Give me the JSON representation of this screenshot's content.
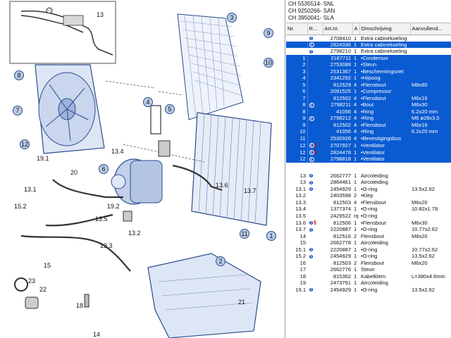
{
  "header": {
    "lines": [
      "CH 5535514- SNL",
      "CH 9250266- SAN",
      "CH 3950041- SLA"
    ]
  },
  "columns": [
    "Nr.",
    "R...",
    "Art.nr.",
    "A",
    "Omschrijving",
    "Aanvullend..."
  ],
  "rows": [
    {
      "nr": "",
      "icon": "i",
      "sym": "",
      "art": "2708410",
      "a": "1",
      "desc": "Extra cabinekoeling",
      "extra": "",
      "sel": false
    },
    {
      "nr": "",
      "icon": "i",
      "sym": "",
      "art": "2824336",
      "a": "1",
      "desc": "Extra cabinekoeling",
      "extra": "",
      "sel": true
    },
    {
      "nr": "",
      "icon": "i",
      "sym": "",
      "art": "2798210",
      "a": "1",
      "desc": "Extra cabinekoeling",
      "extra": "",
      "sel": false
    },
    {
      "nr": "1",
      "icon": "",
      "sym": "",
      "art": "2187711",
      "a": "1",
      "desc": "•Condensor",
      "extra": "",
      "sel": true
    },
    {
      "nr": "2",
      "icon": "",
      "sym": "",
      "art": "2753088",
      "a": "1",
      "desc": "•Steun",
      "extra": "",
      "sel": true
    },
    {
      "nr": "3",
      "icon": "",
      "sym": "",
      "art": "2531367",
      "a": "1",
      "desc": "•Beschermingsnet",
      "extra": "",
      "sel": true
    },
    {
      "nr": "4",
      "icon": "",
      "sym": "",
      "art": "2341292",
      "a": "1",
      "desc": "•Hijsoog",
      "extra": "",
      "sel": true
    },
    {
      "nr": "5",
      "icon": "",
      "sym": "",
      "art": "812529",
      "a": "4",
      "desc": "•Flensbout",
      "extra": "M8x80",
      "sel": true
    },
    {
      "nr": "6",
      "icon": "",
      "sym": "",
      "art": "2091525",
      "a": "1",
      "desc": "•Compressor",
      "extra": "",
      "sel": true
    },
    {
      "nr": "7",
      "icon": "",
      "sym": "",
      "art": "812502",
      "a": "4",
      "desc": "•Flensbout",
      "extra": "M6x16",
      "sel": true
    },
    {
      "nr": "8",
      "icon": "i",
      "sym": "",
      "art": "2798211",
      "a": "4",
      "desc": "•Bout",
      "extra": "M6x30",
      "sel": true
    },
    {
      "nr": "8",
      "icon": "",
      "sym": "",
      "art": "41056",
      "a": "4",
      "desc": "•Ring",
      "extra": "6.2x20 mm",
      "sel": true
    },
    {
      "nr": "9",
      "icon": "i",
      "sym": "",
      "art": "2798212",
      "a": "4",
      "desc": "•Ring",
      "extra": "M6 ø28x3.5",
      "sel": true
    },
    {
      "nr": "9",
      "icon": "",
      "sym": "",
      "art": "812502",
      "a": "4",
      "desc": "•Flensbout",
      "extra": "M6x16",
      "sel": true
    },
    {
      "nr": "10",
      "icon": "",
      "sym": "",
      "art": "41056",
      "a": "4",
      "desc": "•Ring",
      "extra": "6.2x20 mm",
      "sel": true
    },
    {
      "nr": "11",
      "icon": "",
      "sym": "",
      "art": "2530928",
      "a": "4",
      "desc": "•Bevestigingsbus",
      "extra": "",
      "sel": true
    },
    {
      "nr": "12",
      "icon": "i",
      "sym": "§",
      "art": "2707927",
      "a": "1",
      "desc": "•Ventilator",
      "extra": "",
      "sel": true
    },
    {
      "nr": "12",
      "icon": "i",
      "sym": "§",
      "art": "2824478",
      "a": "1",
      "desc": "•Ventilator",
      "extra": "",
      "sel": true
    },
    {
      "nr": "12",
      "icon": "i",
      "sym": "",
      "art": "2798818",
      "a": "1",
      "desc": "•Ventilator",
      "extra": "",
      "sel": true
    },
    {
      "gap": true
    },
    {
      "nr": "13",
      "icon": "i",
      "sym": "",
      "art": "2662777",
      "a": "1",
      "desc": "Aircoleiding",
      "extra": "",
      "sel": false
    },
    {
      "nr": "13",
      "icon": "i",
      "sym": "",
      "art": "2864461",
      "a": "1",
      "desc": "Aircoleiding",
      "extra": "",
      "sel": false
    },
    {
      "nr": "13.1",
      "icon": "i",
      "sym": "",
      "art": "2454929",
      "a": "1",
      "desc": "•O-ring",
      "extra": "13.5x2.62",
      "sel": false
    },
    {
      "nr": "13.2",
      "icon": "",
      "sym": "",
      "art": "2403598",
      "a": "2",
      "desc": "•Klep",
      "extra": "",
      "sel": false
    },
    {
      "nr": "13.3",
      "icon": "",
      "sym": "",
      "art": "812503",
      "a": "4",
      "desc": "•Flensbout",
      "extra": "M6x20",
      "sel": false
    },
    {
      "nr": "13.4",
      "icon": "",
      "sym": "",
      "art": "1377374",
      "a": "1",
      "desc": "•O-ring",
      "extra": "10.82x1.78",
      "sel": false
    },
    {
      "nr": "13.5",
      "icon": "",
      "sym": "",
      "art": "2429522",
      "a": "rq",
      "desc": "•O-ring",
      "extra": "",
      "sel": false
    },
    {
      "nr": "13.6",
      "icon": "i",
      "sym": "§",
      "art": "812506",
      "a": "1",
      "desc": "•Flensbout",
      "extra": "M6x30",
      "sel": false
    },
    {
      "nr": "13.7",
      "icon": "i",
      "sym": "",
      "art": "2220887",
      "a": "1",
      "desc": "•O-ring",
      "extra": "10.77x2.62",
      "sel": false
    },
    {
      "nr": "14",
      "icon": "",
      "sym": "",
      "art": "812516",
      "a": "2",
      "desc": "Flensbout",
      "extra": "M8x20",
      "sel": false
    },
    {
      "nr": "15",
      "icon": "",
      "sym": "",
      "art": "2662778",
      "a": "1",
      "desc": "Aircoleiding",
      "extra": "",
      "sel": false
    },
    {
      "nr": "15.1",
      "icon": "i",
      "sym": "",
      "art": "2220887",
      "a": "1",
      "desc": "•O-ring",
      "extra": "10.77x2.62",
      "sel": false
    },
    {
      "nr": "15.2",
      "icon": "i",
      "sym": "",
      "art": "2454929",
      "a": "1",
      "desc": "•O-ring",
      "extra": "13.5x2.62",
      "sel": false
    },
    {
      "nr": "16",
      "icon": "",
      "sym": "",
      "art": "812503",
      "a": "2",
      "desc": "Flensbout",
      "extra": "M6x20",
      "sel": false
    },
    {
      "nr": "17",
      "icon": "",
      "sym": "",
      "art": "2662776",
      "a": "1",
      "desc": "Steun",
      "extra": "",
      "sel": false
    },
    {
      "nr": "18",
      "icon": "",
      "sym": "",
      "art": "815362",
      "a": "1",
      "desc": "Kabelklem",
      "extra": "L=380x4.6mm",
      "sel": false
    },
    {
      "nr": "19",
      "icon": "",
      "sym": "",
      "art": "2473791",
      "a": "1",
      "desc": "Aircoleiding",
      "extra": "",
      "sel": false
    },
    {
      "nr": "19.1",
      "icon": "i",
      "sym": "",
      "art": "2454929",
      "a": "1",
      "desc": "•O-ring",
      "extra": "13.5x2.62",
      "sel": false
    }
  ],
  "diagram": {
    "callouts": [
      "13",
      "3",
      "9",
      "10",
      "8",
      "7",
      "5",
      "4",
      "12",
      "19.1",
      "20",
      "13.4",
      "6",
      "13.1",
      "15.2",
      "19.2",
      "13.5",
      "13.6",
      "13.7",
      "11",
      "13.2",
      "13.3",
      "1",
      "15",
      "2",
      "23",
      "22",
      "18",
      "21",
      "14"
    ]
  },
  "colors": {
    "selection": "#0a5bd1",
    "callout_fill": "#b9cbe8",
    "callout_stroke": "#2b4c8c"
  }
}
